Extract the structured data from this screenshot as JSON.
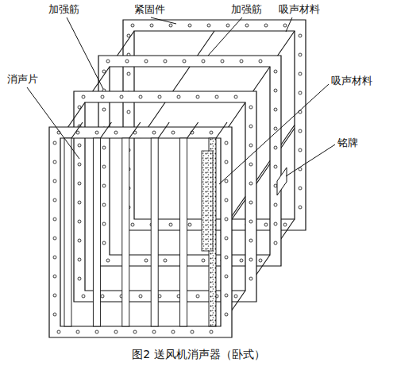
{
  "diagram": {
    "caption": "图2 送风机消声器（卧式）",
    "labels": [
      "加强筋",
      "紧固件",
      "加强筋",
      "吸声材料",
      "吸声材料",
      "消声片",
      "铭牌"
    ]
  }
}
